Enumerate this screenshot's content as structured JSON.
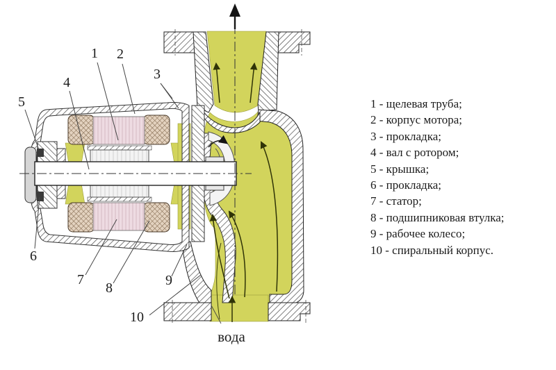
{
  "legend": {
    "items": [
      "1 - щелевая труба;",
      "2 - корпус мотора;",
      "3 - прокладка;",
      "4 - вал с ротором;",
      "5 - крышка;",
      "6 - прокладка;",
      "7 - статор;",
      "8 - подшипниковая втулка;",
      "9 - рабочее колесо;",
      "10 - спиральный корпус."
    ]
  },
  "diagram": {
    "water_label": "вода",
    "callouts": [
      "1",
      "2",
      "3",
      "4",
      "5",
      "6",
      "7",
      "8",
      "9",
      "10"
    ]
  },
  "colors": {
    "flow": "#d2d45c",
    "stator_core": "#eedbe2",
    "coil": "#e3d2bf",
    "arrow": "#2f3307"
  }
}
